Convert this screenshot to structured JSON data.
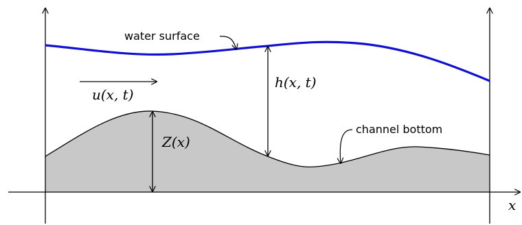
{
  "labels": {
    "water_surface": "water surface",
    "channel_bottom": "channel bottom",
    "depth": "h(x, t)",
    "bed_height": "Z(x)",
    "velocity": "u(x, t)",
    "x_axis": "x"
  },
  "colors": {
    "water_surface": "#1010d0",
    "channel_bed_fill": "#c8c8c8",
    "line": "#000000"
  }
}
